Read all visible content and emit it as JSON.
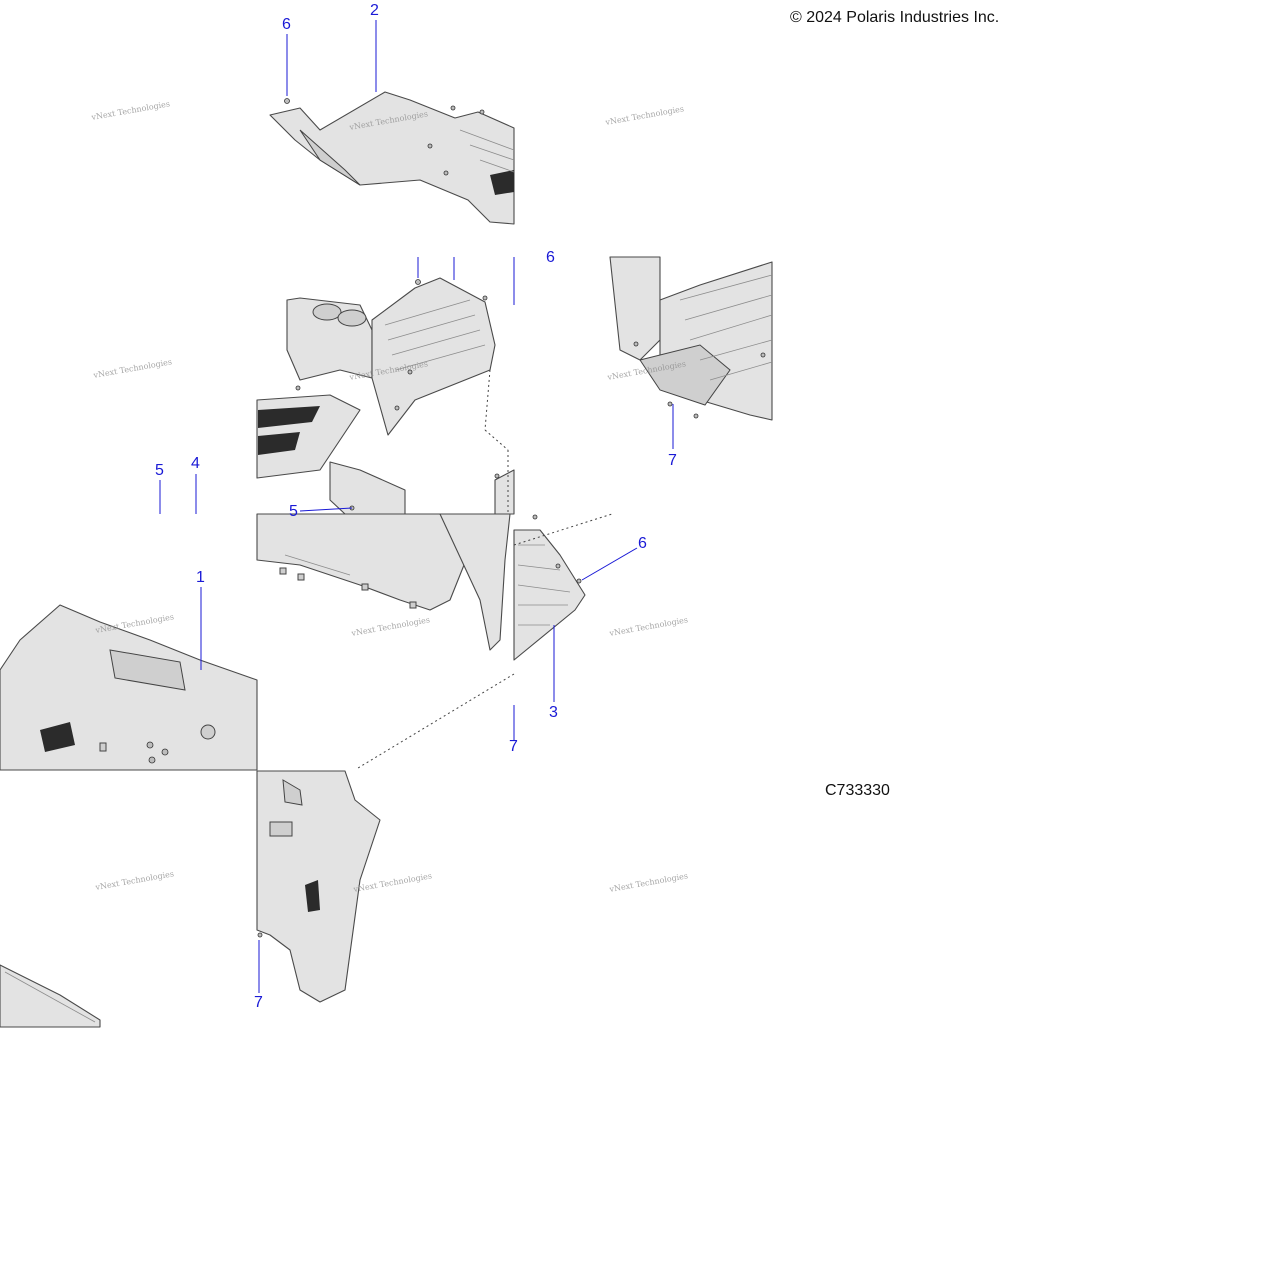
{
  "copyright": "© 2024 Polaris Industries Inc.",
  "figure_code": "C733330",
  "watermark": "vNext Technologies",
  "callouts": [
    {
      "id": "c6a",
      "text": "6"
    },
    {
      "id": "c2",
      "text": "2"
    },
    {
      "id": "c5a",
      "text": "5"
    },
    {
      "id": "c4",
      "text": "4"
    },
    {
      "id": "c1",
      "text": "1"
    },
    {
      "id": "c7a",
      "text": "7"
    },
    {
      "id": "c6b",
      "text": "6"
    },
    {
      "id": "c3",
      "text": "3"
    },
    {
      "id": "c5b",
      "text": "5"
    },
    {
      "id": "c7b",
      "text": "7"
    },
    {
      "id": "c7c",
      "text": "7"
    },
    {
      "id": "c6c",
      "text": "6"
    }
  ]
}
